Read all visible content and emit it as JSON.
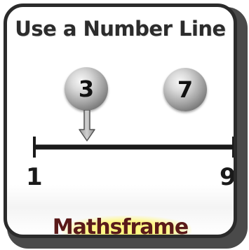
{
  "title": "Use a Number Line",
  "counters": [
    {
      "value": "3"
    },
    {
      "value": "7"
    }
  ],
  "number_line": {
    "start_label": "1",
    "end_label": "9",
    "start": 1,
    "end": 9,
    "arrow_marker_at": 3
  },
  "brand": "Mathsframe",
  "colors": {
    "frame": "#2b2b2b",
    "brand_text": "#5a1a1a",
    "brand_highlight": "#fff566",
    "line": "#1a1a1a"
  },
  "icons": {
    "arrow": "down-arrow-icon"
  }
}
